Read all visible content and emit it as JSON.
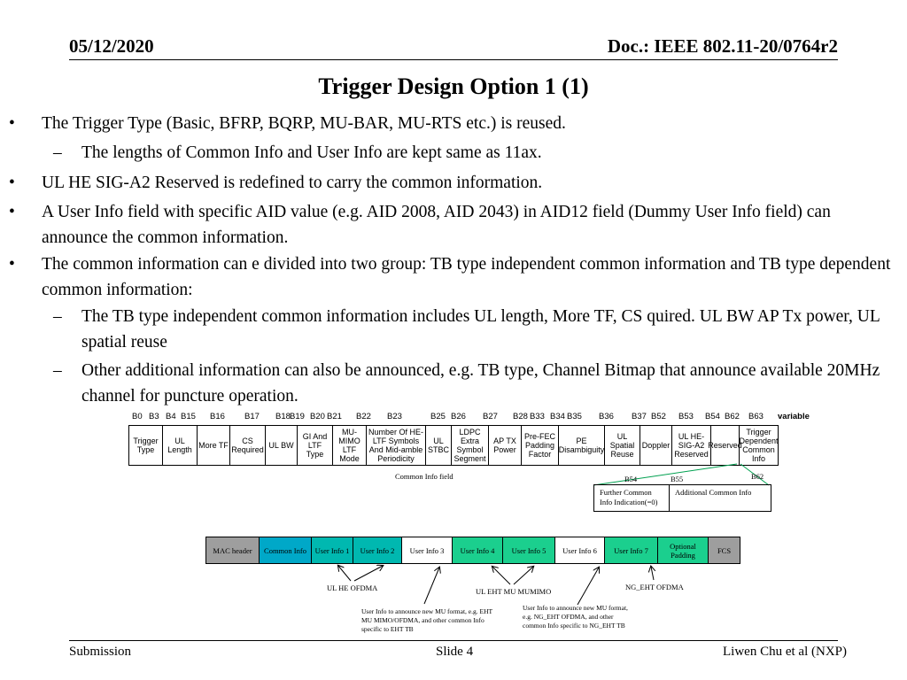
{
  "header": {
    "date": "05/12/2020",
    "doc": "Doc.: IEEE 802.11-20/0764r2"
  },
  "title": "Trigger Design Option 1 (1)",
  "bullets": [
    {
      "text": "The Trigger Type (Basic, BFRP, BQRP, MU-BAR, MU-RTS etc.) is reused."
    },
    {
      "text": "The lengths of Common Info and User Info are kept same as 11ax."
    },
    {
      "text": "UL HE SIG-A2 Reserved is redefined to carry the common information."
    },
    {
      "text": "A User Info field with specific AID value (e.g. AID 2008, AID 2043) in AID12 field (Dummy User Info field) can announce the common information."
    },
    {
      "text": "The common information can e divided into two group: TB type independent common information and TB type dependent common information:"
    },
    {
      "text": "The TB type independent common information includes UL length, More TF, CS quired. UL BW AP Tx power, UL spatial reuse"
    },
    {
      "text": "Other additional information can also be announced, e.g. TB type, Channel Bitmap that announce available 20MHz channel for puncture operation."
    }
  ],
  "bullet_marker": "•",
  "dash_marker": "–",
  "bit_labels": [
    "B0",
    "B3",
    "B4",
    "B15",
    "B16",
    "B17",
    "B18",
    "B19",
    "B20",
    "B21",
    "B22",
    "B23",
    "B25",
    "B26",
    "B27",
    "B28",
    "B33",
    "B34",
    "B35",
    "B36",
    "B37",
    "B52",
    "B53",
    "B54",
    "B62",
    "B63",
    "variable"
  ],
  "fields": [
    "Trigger Type",
    "UL Length",
    "More TF",
    "CS Required",
    "UL BW",
    "GI And LTF Type",
    "MU-MIMO LTF Mode",
    "Number Of HE-LTF Symbols And Mid-amble Periodicity",
    "UL STBC",
    "LDPC Extra Symbol Segment",
    "AP TX Power",
    "Pre-FEC Padding Factor",
    "PE Disambiguity",
    "UL Spatial Reuse",
    "Doppler",
    "UL HE-SIG-A2 Reserved",
    "Reserved",
    "Trigger Dependent Common Info"
  ],
  "common_info_label": "Common Info field",
  "sub_bits": [
    "B54",
    "B55",
    "B62"
  ],
  "sub_fields": [
    "Further Common Info Indication(=0)",
    "Additional Common Info"
  ],
  "frame": [
    "MAC header",
    "Common Info",
    "User Info 1",
    "User Info 2",
    "User Info 3",
    "User Info 4",
    "User Info 5",
    "User Info 6",
    "User Info 7",
    "Optional Padding",
    "FCS"
  ],
  "annotations": {
    "ul_he": "UL HE OFDMA",
    "ul_eht": "UL EHT MU MUMIMO",
    "ng_eht": "NG_EHT OFDMA",
    "note1": "User Info to announce new MU format, e.g. EHT MU MIMO/OFDMA, and other common Info specific to EHT TB",
    "note2": "User Info to announce new MU format, e.g. NG_EHT OFDMA, and other common Info specific to NG_EHT TB"
  },
  "colors": {
    "grey": "#9e9e9e",
    "teal": "#00b0a8",
    "green": "#1bcf8e",
    "blue_teal": "#00a8c8"
  },
  "footer": {
    "left": "Submission",
    "center": "Slide 4",
    "right": "Liwen Chu et al (NXP)"
  }
}
